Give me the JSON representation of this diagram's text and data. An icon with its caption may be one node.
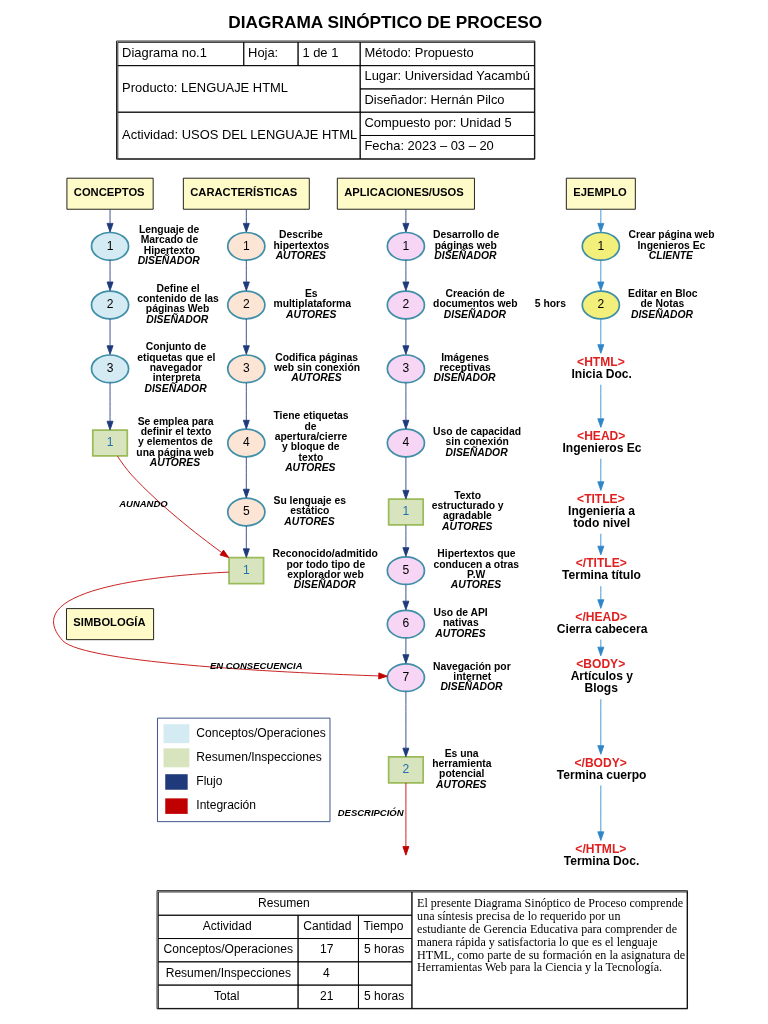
{
  "diagram": {
    "title": "DIAGRAMA SINÓPTICO DE PROCESO",
    "nodes": [
      {
        "text": [
          "CONCEPTOS"
        ]
      },
      {
        "text": [
          "1"
        ],
        "beside": [
          "Lenguaje de Marcado de Hipertexto",
          "DISEÑADOR"
        ]
      },
      {
        "text": [
          "2"
        ],
        "beside": [
          "Define el contenido de las páginas Web",
          "DISEÑADOR"
        ]
      },
      {
        "text": [
          "3"
        ],
        "beside": [
          "Conjunto de etiquetas que el navegador interpreta",
          "DISEÑADOR"
        ]
      },
      {
        "text": [
          "1"
        ],
        "beside": [
          "Se emplea para definir el texto y elementos de una página web",
          "AUTORES"
        ]
      },
      {
        "text": [
          "CARACTERÍSTICAS"
        ]
      },
      {
        "text": [
          "1"
        ],
        "beside": [
          "Describe hipertextos",
          "AUTORES"
        ]
      },
      {
        "text": [
          "2"
        ],
        "beside": [
          "Es multiplataforma",
          "AUTORES"
        ]
      },
      {
        "text": [
          "3"
        ],
        "beside": [
          "Codifica páginas web sin conexión",
          "AUTORES"
        ]
      },
      {
        "text": [
          "4"
        ],
        "beside": [
          "Tiene etiquetas de apertura/cierre y bloque de texto",
          "AUTORES"
        ]
      },
      {
        "text": [
          "5"
        ],
        "beside": [
          "Su lenguaje es estático",
          "AUTORES"
        ]
      },
      {
        "text": [
          "1"
        ],
        "beside": [
          "Reconocido/admitido por todo tipo de explorador web",
          "DISEÑADOR"
        ]
      },
      {
        "text": [
          "APLICACIONES/USOS"
        ]
      },
      {
        "text": [
          "1"
        ],
        "beside": [
          "Desarrollo de páginas web",
          "DISEÑADOR"
        ]
      },
      {
        "text": [
          "2"
        ],
        "beside": [
          "Creación de documentos web",
          "DISEÑADOR"
        ]
      },
      {
        "text": [
          "3"
        ],
        "beside": [
          "Imágenes receptivas",
          "DISEÑADOR"
        ]
      },
      {
        "text": [
          "4"
        ],
        "beside": [
          "Uso de capacidad sin conexión",
          "DISEÑADOR"
        ]
      },
      {
        "text": [
          "1"
        ],
        "beside": [
          "Texto estructurado y agradable",
          "AUTORES"
        ]
      },
      {
        "text": [
          "5"
        ],
        "beside": [
          "Hipertextos que conducen a otras P.W",
          "AUTORES"
        ]
      },
      {
        "text": [
          "6"
        ],
        "beside": [
          "Uso de API nativas",
          "AUTORES"
        ]
      },
      {
        "text": [
          "7"
        ],
        "beside": [
          "Navegación por internet",
          "DISEÑADOR"
        ]
      },
      {
        "text": [
          "2"
        ],
        "beside": [
          "Es una herramienta potencial",
          "AUTORES"
        ]
      },
      {
        "text": [
          "EJEMPLO"
        ]
      },
      {
        "text": [
          "1"
        ],
        "beside": [
          "Crear página web Ingenieros Ec",
          "CLIENTE"
        ]
      },
      {
        "text": [
          "2"
        ],
        "beside": [
          "Editar en Bloc de Notas",
          "DISEÑADOR"
        ]
      },
      {
        "text": [
          "<HTML>",
          "Inicia Doc."
        ]
      },
      {
        "text": [
          "<HEAD>",
          "Ingenieros Ec"
        ]
      },
      {
        "text": [
          "<TITLE>",
          "Ingeniería a todo nivel"
        ]
      },
      {
        "text": [
          "</TITLE>",
          "Termina título"
        ]
      },
      {
        "text": [
          "</HEAD>",
          "Cierra cabecera"
        ]
      },
      {
        "text": [
          "<BODY>",
          "Artículos y Blogs"
        ]
      },
      {
        "text": [
          "</BODY>",
          "Termina cuerpo"
        ]
      },
      {
        "text": [
          "</HTML>",
          "Termina Doc."
        ]
      },
      {
        "text": [
          "SIMBOLOGÍA"
        ]
      }
    ],
    "edges": [
      {
        "from": 0,
        "to": 1,
        "arrow": "to"
      },
      {
        "from": 1,
        "to": 2,
        "arrow": "to"
      },
      {
        "from": 2,
        "to": 3,
        "arrow": "to"
      },
      {
        "from": 3,
        "to": 4,
        "arrow": "to"
      },
      {
        "from": 5,
        "to": 6,
        "arrow": "to"
      },
      {
        "from": 6,
        "to": 7,
        "arrow": "to"
      },
      {
        "from": 7,
        "to": 8,
        "arrow": "to"
      },
      {
        "from": 8,
        "to": 9,
        "arrow": "to"
      },
      {
        "from": 9,
        "to": 10,
        "arrow": "to"
      },
      {
        "from": 10,
        "to": 11,
        "arrow": "to"
      },
      {
        "from": 12,
        "to": 13,
        "arrow": "to"
      },
      {
        "from": 13,
        "to": 14,
        "arrow": "to"
      },
      {
        "from": 14,
        "to": 15,
        "arrow": "to"
      },
      {
        "from": 15,
        "to": 16,
        "arrow": "to"
      },
      {
        "from": 16,
        "to": 17,
        "arrow": "to"
      },
      {
        "from": 17,
        "to": 18,
        "arrow": "to"
      },
      {
        "from": 18,
        "to": 19,
        "arrow": "to"
      },
      {
        "from": 19,
        "to": 20,
        "arrow": "to"
      },
      {
        "from": 20,
        "to": 21,
        "arrow": "to"
      },
      {
        "from": 22,
        "to": 23,
        "arrow": "to",
        "color": "#2e86c8"
      },
      {
        "from": 23,
        "to": 24,
        "arrow": "to",
        "color": "#2e86c8"
      },
      {
        "from": 24,
        "to": 25,
        "arrow": "to",
        "color": "#2e86c8"
      },
      {
        "from": 25,
        "to": 26,
        "arrow": "to",
        "color": "#2e86c8"
      },
      {
        "from": 26,
        "to": 27,
        "arrow": "to",
        "color": "#2e86c8"
      },
      {
        "from": 27,
        "to": 28,
        "arrow": "to",
        "color": "#2e86c8"
      },
      {
        "from": 28,
        "to": 29,
        "arrow": "to",
        "color": "#2e86c8"
      },
      {
        "from": 29,
        "to": 30,
        "arrow": "to",
        "color": "#2e86c8"
      },
      {
        "from": 30,
        "to": 31,
        "arrow": "to",
        "color": "#2e86c8"
      },
      {
        "from": 31,
        "to": 32,
        "arrow": "to",
        "color": "#2e86c8"
      },
      {
        "from": 4,
        "to": 11,
        "arrow": "to",
        "label": "AUNANDO",
        "color": "#c00000"
      },
      {
        "from": 11,
        "to": 20,
        "arrow": "to",
        "label": "EN CONSECUENCIA",
        "color": "#c00000"
      },
      {
        "from": 21,
        "to": null,
        "arrow": "to",
        "label": "DESCRIPCIÓN",
        "color": "#c00000"
      }
    ],
    "labels": [
      "Diagrama no.1",
      "Hoja:",
      "1 de 1",
      "Método: Propuesto",
      "Producto: LENGUAJE HTML",
      "Lugar: Universidad Yacambú",
      "Diseñador: Hernán Pilco",
      "Compuesto por: Unidad 5",
      "Actividad: USOS DEL LENGUAJE HTML",
      "Fecha: 2023 – 03 – 20",
      "5 hors",
      "Resumen",
      "Actividad",
      "Cantidad",
      "Tiempo",
      "Conceptos/Operaciones",
      "17",
      "5 horas",
      "Resumen/Inspecciones",
      "4",
      "Total",
      "21",
      "5 horas",
      "El presente Diagrama Sinóptico de Proceso comprende una síntesis precisa de lo requerido por un estudiante de Gerencia Educativa para comprender de manera rápida y satisfactoria lo que es el lenguaje HTML, como parte de su formación en la asignatura de Herramientas Web para la Ciencia y la Tecnología."
    ],
    "legend": [
      {
        "text": "Conceptos/Operaciones",
        "color": "#d5ebf3"
      },
      {
        "text": "Resumen/Inspecciones",
        "color": "#d7e4bd"
      },
      {
        "text": "Flujo"
      },
      {
        "text": "Integración"
      }
    ]
  }
}
